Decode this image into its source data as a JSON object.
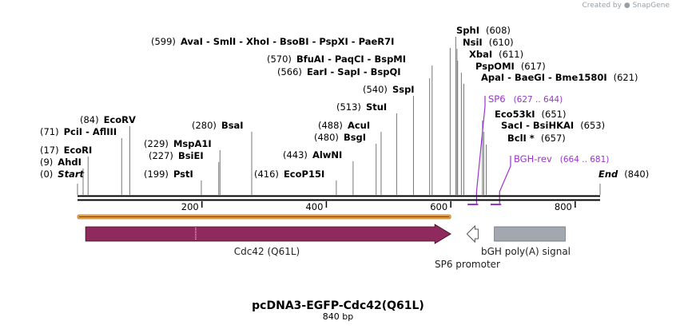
{
  "credit": {
    "prefix": "Created by",
    "brand": "SnapGene"
  },
  "sequence": {
    "name": "pcDNA3-EGFP-Cdc42(Q61L)",
    "length_label": "840 bp",
    "length": 840
  },
  "ruler": {
    "ticks": [
      "200",
      "400",
      "600",
      "800"
    ]
  },
  "sites": [
    {
      "name": "Start",
      "pos": "(0)",
      "italic": true,
      "bp": 0
    },
    {
      "name": "AhdI",
      "pos": "(9)",
      "bp": 9
    },
    {
      "name": "EcoRI",
      "pos": "(17)",
      "bp": 17
    },
    {
      "name": "PciI - AflIII",
      "pos": "(71)",
      "bp": 71
    },
    {
      "name": "EcoRV",
      "pos": "(84)",
      "bp": 84
    },
    {
      "name": "PstI",
      "pos": "(199)",
      "bp": 199
    },
    {
      "name": "BsiEI",
      "pos": "(227)",
      "bp": 227
    },
    {
      "name": "MspA1I",
      "pos": "(229)",
      "bp": 229
    },
    {
      "name": "BsaI",
      "pos": "(280)",
      "bp": 280
    },
    {
      "name": "EcoP15I",
      "pos": "(416)",
      "bp": 416
    },
    {
      "name": "AlwNI",
      "pos": "(443)",
      "bp": 443
    },
    {
      "name": "BsgI",
      "pos": "(480)",
      "bp": 480
    },
    {
      "name": "AcuI",
      "pos": "(488)",
      "bp": 488
    },
    {
      "name": "StuI",
      "pos": "(513)",
      "bp": 513
    },
    {
      "name": "SspI",
      "pos": "(540)",
      "bp": 540
    },
    {
      "name": "EarI - SapI - BspQI",
      "pos": "(566)",
      "bp": 566
    },
    {
      "name": "BfuAI - PaqCI - BspMI",
      "pos": "(570)",
      "bp": 570
    },
    {
      "name": "AvaI - SmlI - XhoI - BsoBI - PspXI - PaeR7I",
      "pos": "(599)",
      "bp": 599
    },
    {
      "name": "SphI",
      "pos": "(608)",
      "bp": 608
    },
    {
      "name": "NsiI",
      "pos": "(610)",
      "bp": 610
    },
    {
      "name": "XbaI",
      "pos": "(611)",
      "bp": 611
    },
    {
      "name": "PspOMI",
      "pos": "(617)",
      "bp": 617
    },
    {
      "name": "ApaI - BaeGI - Bme1580I",
      "pos": "(621)",
      "bp": 621
    },
    {
      "name": "Eco53kI",
      "pos": "(651)",
      "bp": 651
    },
    {
      "name": "SacI - BsiHKAI",
      "pos": "(653)",
      "bp": 653
    },
    {
      "name": "BclI *",
      "pos": "(657)",
      "bp": 657
    },
    {
      "name": "End",
      "pos": "(840)",
      "italic": true,
      "bp": 840
    }
  ],
  "primers": [
    {
      "name": "SP6",
      "range": "(627 .. 644)",
      "start": 627,
      "end": 644,
      "color": "#9a33cc"
    },
    {
      "name": "BGH-rev",
      "range": "(664 .. 681)",
      "start": 664,
      "end": 681,
      "color": "#9a33cc"
    }
  ],
  "features": [
    {
      "name": "Cdc42 (Q61L)",
      "start": 13,
      "end": 600,
      "color": "#8f2a5e",
      "shape": "arrow"
    },
    {
      "name": "SP6 promoter",
      "start": 626,
      "end": 644,
      "color": "#ffffff",
      "shape": "arrow-left"
    },
    {
      "name": "bGH poly(A) signal",
      "start": 670,
      "end": 784,
      "color": "#a3a8b0",
      "shape": "box"
    }
  ],
  "orf": {
    "start": 0,
    "end": 600,
    "color": "#f0a53a"
  }
}
